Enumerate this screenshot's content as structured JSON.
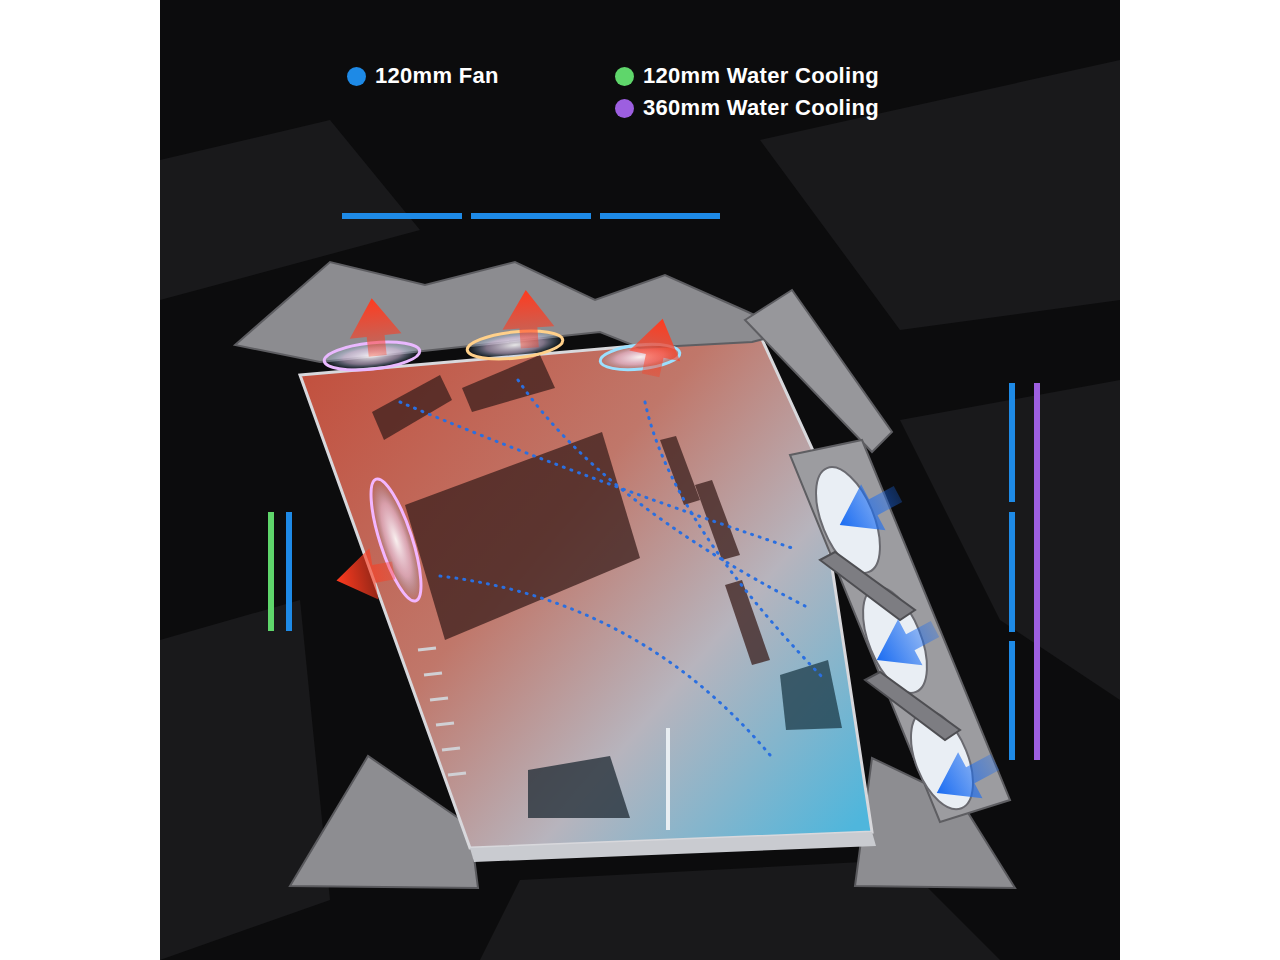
{
  "diagram": {
    "legend": [
      {
        "text": "120mm Fan",
        "color": "#1e8ae6"
      },
      {
        "text": "120mm Water Cooling",
        "color": "#5fd66b"
      },
      {
        "text": "360mm Water Cooling",
        "color": "#9d5fe0"
      }
    ]
  }
}
